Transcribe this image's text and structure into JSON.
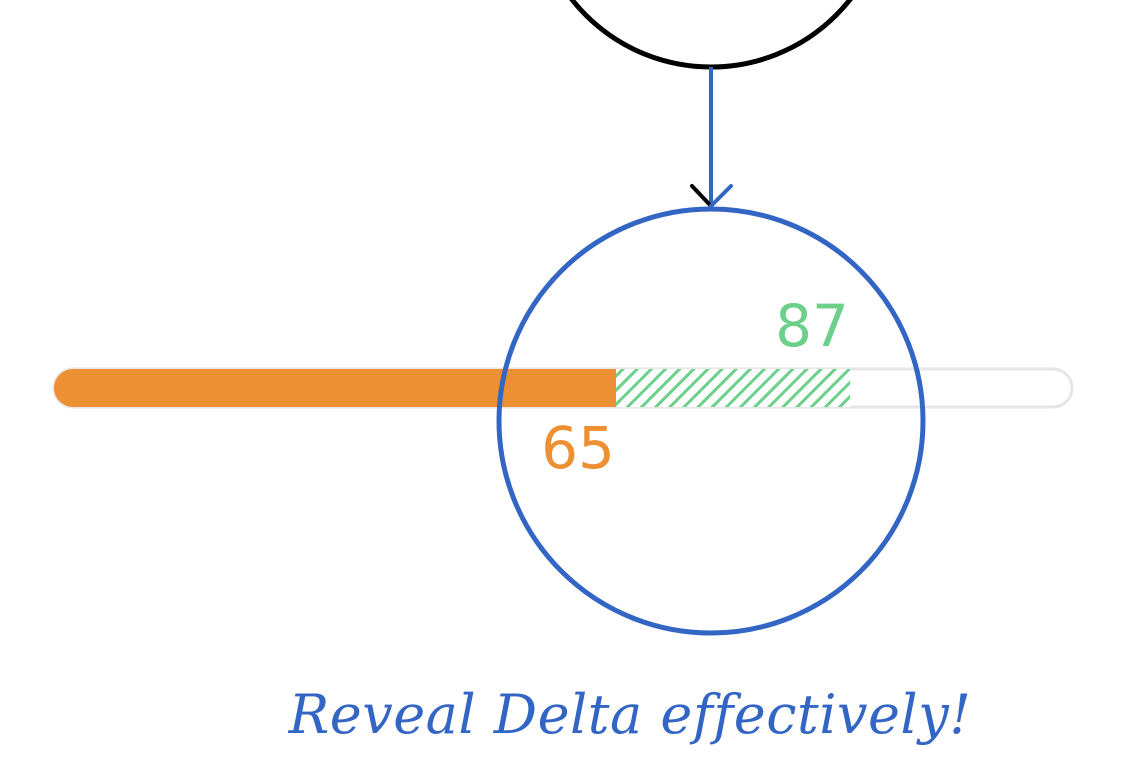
{
  "progress": {
    "previous_value": 65,
    "current_value": 87,
    "max_value": 100,
    "previous_label": "65",
    "current_label": "87"
  },
  "caption": {
    "text": "Reveal Delta effectively!"
  },
  "colors": {
    "previous_fill": "#ED9033",
    "delta_hatch": "#6DD08A",
    "track_border": "#E6E6E6",
    "track_bg": "#FFFFFF",
    "focus_circle": "#3366C4",
    "source_circle": "#000000",
    "connector": "#3366C4",
    "caption": "#3366C4"
  }
}
